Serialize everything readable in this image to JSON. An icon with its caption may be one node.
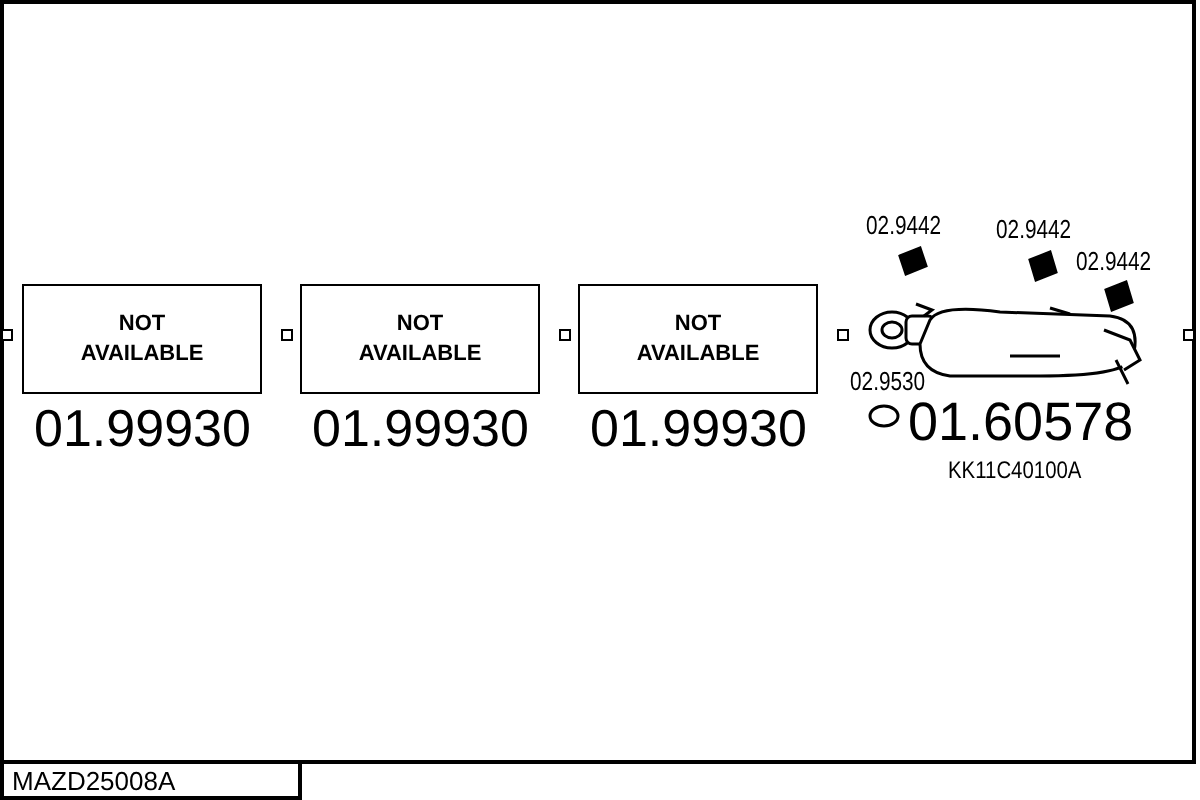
{
  "diagram": {
    "nodes": [
      {
        "text": [
          "NOT AVAILABLE"
        ],
        "beside": [
          "01.99930"
        ]
      },
      {
        "text": [
          "NOT AVAILABLE"
        ],
        "beside": [
          "01.99930"
        ]
      },
      {
        "text": [
          "NOT AVAILABLE"
        ],
        "beside": [
          "01.99930"
        ]
      },
      {
        "text": [
          "MAZD25008A"
        ]
      }
    ],
    "edges": [],
    "labels": [
      "02.9442",
      "02.9442",
      "02.9442",
      "02.9530",
      "01.60578",
      "KK11C40100A"
    ]
  }
}
